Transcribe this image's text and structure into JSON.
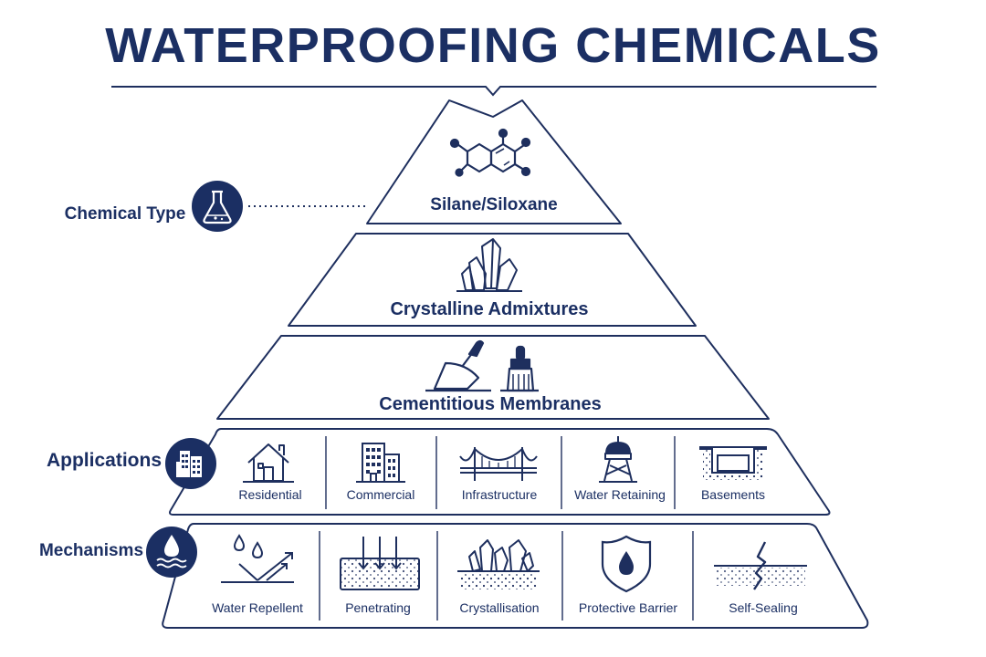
{
  "title": "WATERPROOFING CHEMICALS",
  "colors": {
    "navy": "#1b2f63",
    "stroke": "#1e2f5e",
    "white": "#ffffff"
  },
  "side_labels": {
    "chemical_type": {
      "label": "Chemical Type",
      "icon": "flask-icon"
    },
    "applications": {
      "label": "Applications",
      "icon": "buildings-icon"
    },
    "mechanisms": {
      "label": "Mechanisms",
      "icon": "water-drop-waves-icon"
    }
  },
  "tiers": [
    {
      "label": "Silane/Siloxane",
      "icon": "molecule-icon"
    },
    {
      "label": "Crystalline Admixtures",
      "icon": "crystal-icon"
    },
    {
      "label": "Cementitious Membranes",
      "icon": "trowel-brush-icon"
    }
  ],
  "applications": [
    {
      "label": "Residential",
      "icon": "house-icon"
    },
    {
      "label": "Commercial",
      "icon": "office-building-icon"
    },
    {
      "label": "Infrastructure",
      "icon": "bridge-icon"
    },
    {
      "label": "Water Retaining",
      "icon": "water-tower-icon"
    },
    {
      "label": "Basements",
      "icon": "basement-icon"
    }
  ],
  "mechanisms": [
    {
      "label": "Water Repellent",
      "icon": "water-repellent-icon"
    },
    {
      "label": "Penetrating",
      "icon": "penetrating-icon"
    },
    {
      "label": "Crystallisation",
      "icon": "crystallisation-icon"
    },
    {
      "label": "Protective Barrier",
      "icon": "shield-drop-icon"
    },
    {
      "label": "Self-Sealing",
      "icon": "self-sealing-crack-icon"
    }
  ]
}
